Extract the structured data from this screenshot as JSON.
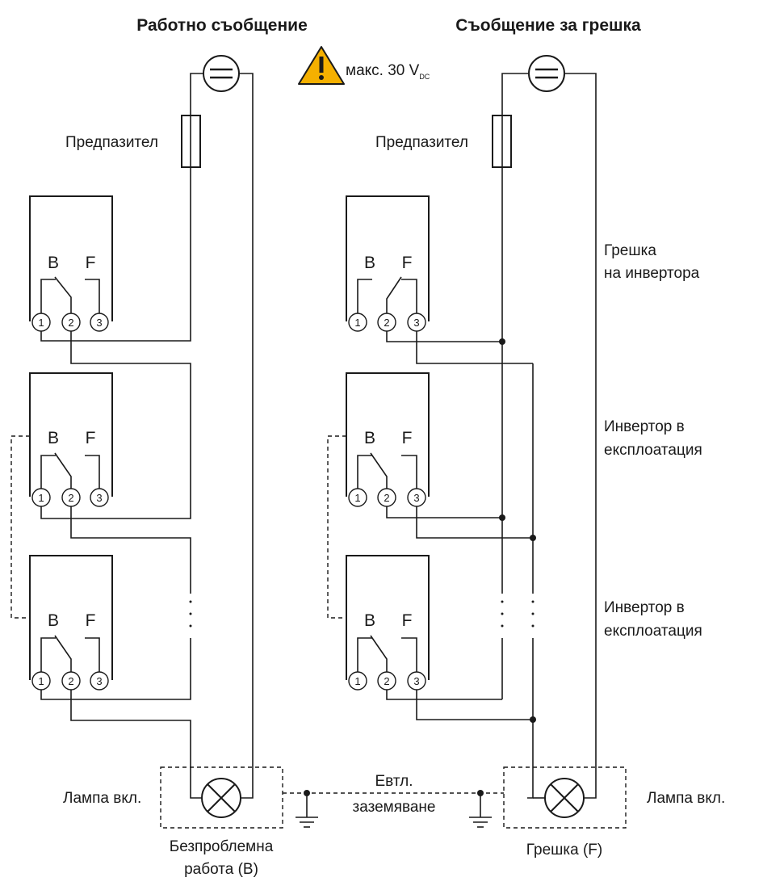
{
  "titles": {
    "left": "Работно съобщение",
    "right": "Съобщение за грешка"
  },
  "warning": {
    "text": "макс. 30 V",
    "subscript": "DC",
    "icon": "warning-triangle-icon",
    "color": "#f5b000"
  },
  "labels": {
    "fuse_left": "Предпазител",
    "fuse_right": "Предпазител",
    "inverter_fault_line1": "Грешка",
    "inverter_fault_line2": "на инвертора",
    "inverter_op1_line1": "Инвертор в",
    "inverter_op1_line2": "експлоатация",
    "inverter_op2_line1": "Инвертор в",
    "inverter_op2_line2": "експлоатация",
    "lamp_left": "Лампа вкл.",
    "lamp_right": "Лампа вкл.",
    "grounding_line1": "Евтл.",
    "grounding_line2": "заземяване",
    "ok_line1": "Безпроблемна",
    "ok_line2": "работа (B)",
    "fault": "Грешка (F)"
  },
  "relay": {
    "contact_b": "B",
    "contact_f": "F",
    "terminals": [
      "1",
      "2",
      "3"
    ]
  }
}
